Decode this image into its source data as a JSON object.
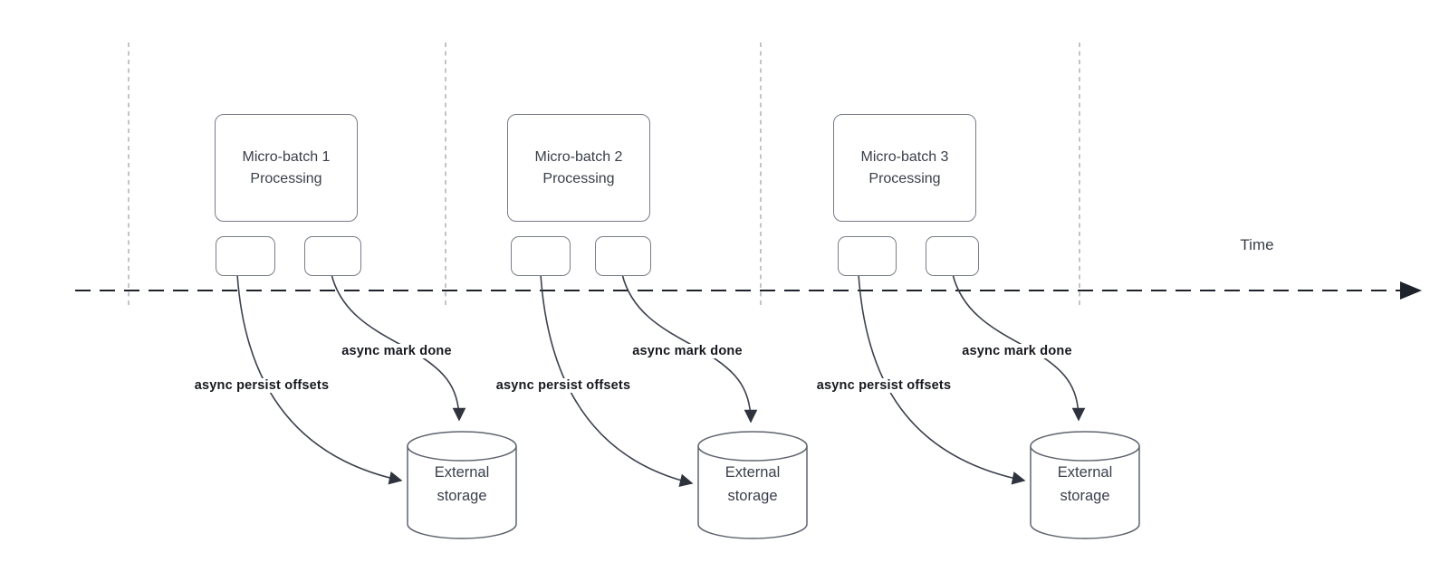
{
  "diagram": {
    "type": "flow-diagram",
    "description_visible_text_only": true,
    "time_axis": {
      "label": "Time"
    },
    "groups": [
      {
        "title": "Micro-batch 1\nProcessing",
        "persist_label": "async persist offsets",
        "mark_label": "async mark done",
        "storage_label": "External\nstorage"
      },
      {
        "title": "Micro-batch 2\nProcessing",
        "persist_label": "async persist offsets",
        "mark_label": "async mark done",
        "storage_label": "External\nstorage"
      },
      {
        "title": "Micro-batch 3\nProcessing",
        "persist_label": "async persist offsets",
        "mark_label": "async mark done",
        "storage_label": "External\nstorage"
      }
    ],
    "colors": {
      "background": "#ffffff",
      "curve_stroke": "#3c414d",
      "arrowhead": "#2e333e",
      "timeline_stroke": "#1e222b",
      "boundary_dash_stroke": "#a8acb2",
      "box_border": "#787d87",
      "cylinder_stroke": "#5f646e",
      "box_text": "#3a3f4a",
      "edge_label_text": "#16181e"
    }
  }
}
